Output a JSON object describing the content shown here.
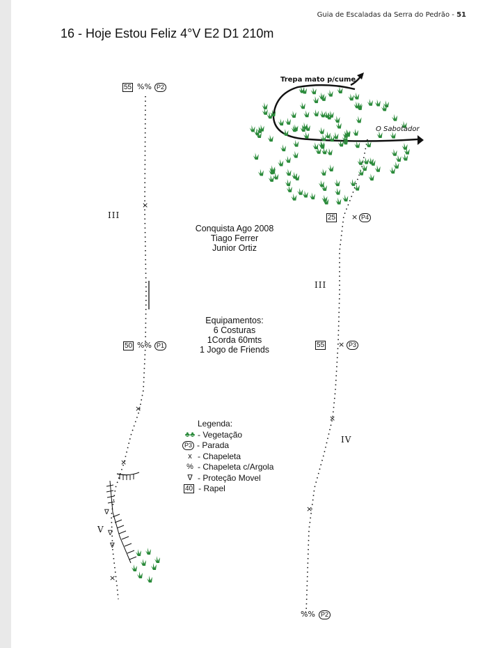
{
  "header": {
    "guide": "Guia de Escaladas da Serra do Pedrão - ",
    "page": "51"
  },
  "title": "16 - Hoje Estou Feliz 4°V E2 D1 210m",
  "credits": {
    "line1": "Conquista Ago  2008",
    "line2": "Tiago Ferrer",
    "line3": "Junior Ortiz"
  },
  "equipment": {
    "heading": "Equipamentos:",
    "item1": "6 Costuras",
    "item2": "1Corda 60mts",
    "item3": "1 Jogo de Friends"
  },
  "legend": {
    "heading": "Legenda:",
    "vegetation": "- Vegetação",
    "stop": "- Parada",
    "stop_symbol": "P3",
    "bolt": "- Chapeleta",
    "bolt_symbol": "x",
    "bolt_ring": "- Chapeleta c/Argola",
    "movable": "- Proteção Movel",
    "movable_symbol": "∇",
    "rappel": "- Rapel",
    "rappel_symbol": "40"
  },
  "left_route": {
    "top_rappel": "55",
    "top_stop": "P2",
    "grade": "III",
    "mid_rappel": "50",
    "mid_stop": "P1",
    "lower_grade": "V"
  },
  "right_route": {
    "top_label": "Trepa mato p/cume",
    "side_label": "O Sabotador",
    "top_rappel": "25",
    "top_stop": "P4",
    "grade_upper": "III",
    "mid_rappel": "55",
    "mid_stop": "P3",
    "grade_lower": "IV",
    "bottom_stop": "P2"
  },
  "colors": {
    "vegetation": "#2a8a3a",
    "line": "#111111"
  }
}
